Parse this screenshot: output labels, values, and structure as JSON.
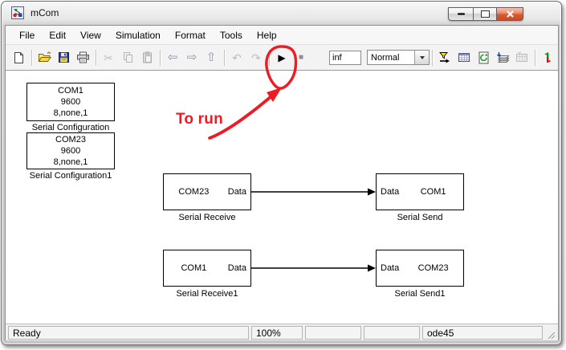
{
  "window": {
    "title": "mCom"
  },
  "menu": {
    "items": [
      "File",
      "Edit",
      "View",
      "Simulation",
      "Format",
      "Tools",
      "Help"
    ]
  },
  "toolbar": {
    "stop_time": "inf",
    "mode": "Normal",
    "glyphs": {
      "cut": "✂",
      "back": "⇦",
      "forward": "⇨",
      "up": "⇧",
      "undo": "↶",
      "redo": "↷",
      "play": "▶",
      "stop": "■"
    }
  },
  "canvas": {
    "config_blocks": [
      {
        "line1": "COM1",
        "line2": "9600",
        "line3": "8,none,1",
        "label": "Serial Configuration"
      },
      {
        "line1": "COM23",
        "line2": "9600",
        "line3": "8,none,1",
        "label": "Serial Configuration1"
      }
    ],
    "links": [
      {
        "src_port": "COM23",
        "src_out": "Data",
        "src_label": "Serial Receive",
        "dst_in": "Data",
        "dst_port": "COM1",
        "dst_label": "Serial Send"
      },
      {
        "src_port": "COM1",
        "src_out": "Data",
        "src_label": "Serial Receive1",
        "dst_in": "Data",
        "dst_port": "COM23",
        "dst_label": "Serial Send1"
      }
    ],
    "annotation": {
      "text": "To run",
      "color": "#ed1c24"
    }
  },
  "statusbar": {
    "status": "Ready",
    "zoom": "100%",
    "solver": "ode45"
  }
}
